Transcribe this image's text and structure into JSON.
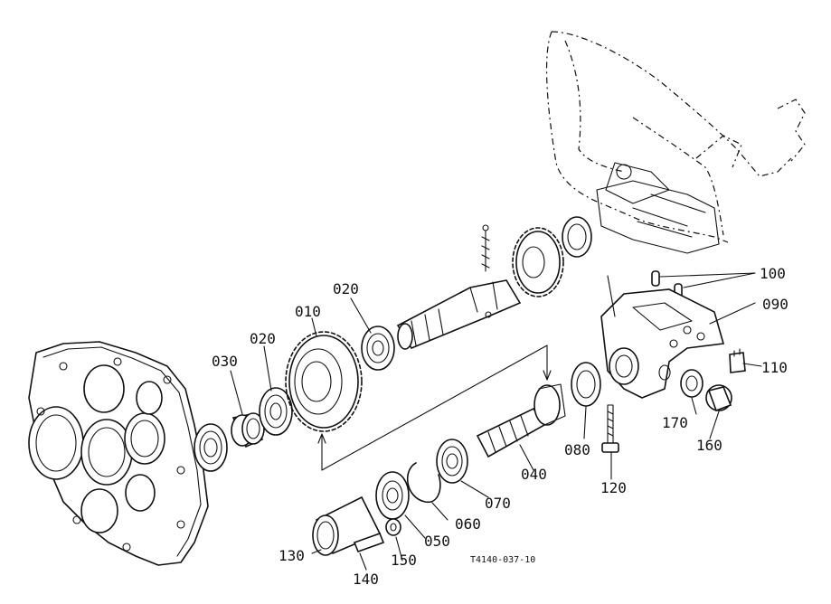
{
  "labels": {
    "p010": "010",
    "p020a": "020",
    "p020b": "020",
    "p030": "030",
    "p040": "040",
    "p050": "050",
    "p060": "060",
    "p070": "070",
    "p080": "080",
    "p090": "090",
    "p100": "100",
    "p110": "110",
    "p120": "120",
    "p130": "130",
    "p140": "140",
    "p150": "150",
    "p160": "160",
    "p170": "170"
  },
  "drawing_code": "T4140-037-10"
}
